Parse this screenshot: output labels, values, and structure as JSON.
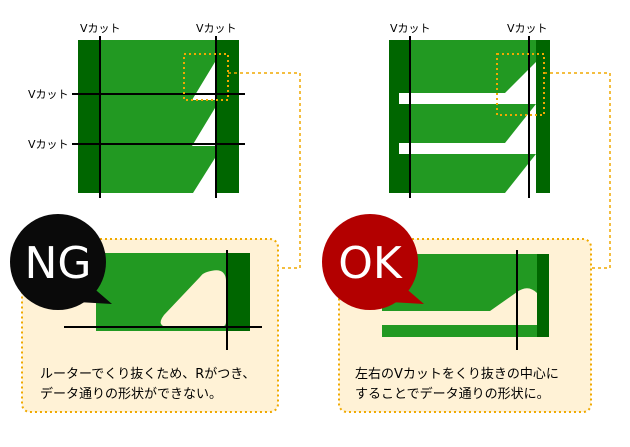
{
  "labels": {
    "vcut": "Vカット"
  },
  "ng": {
    "badge": "NG",
    "caption_line1": "ルーターでくり抜くため、Rがつき、",
    "caption_line2": "データ通りの形状ができない。"
  },
  "ok": {
    "badge": "OK",
    "caption_line1": "左右のVカットをくり抜きの中心に",
    "caption_line2": "することでデータ通りの形状に。"
  },
  "colors": {
    "green_light": "#229922",
    "green_dark": "#006600",
    "callout_fill": "#fff2d6",
    "callout_border": "#f0a900",
    "ng_badge": "#0a0a0a",
    "ok_badge": "#b30000"
  }
}
